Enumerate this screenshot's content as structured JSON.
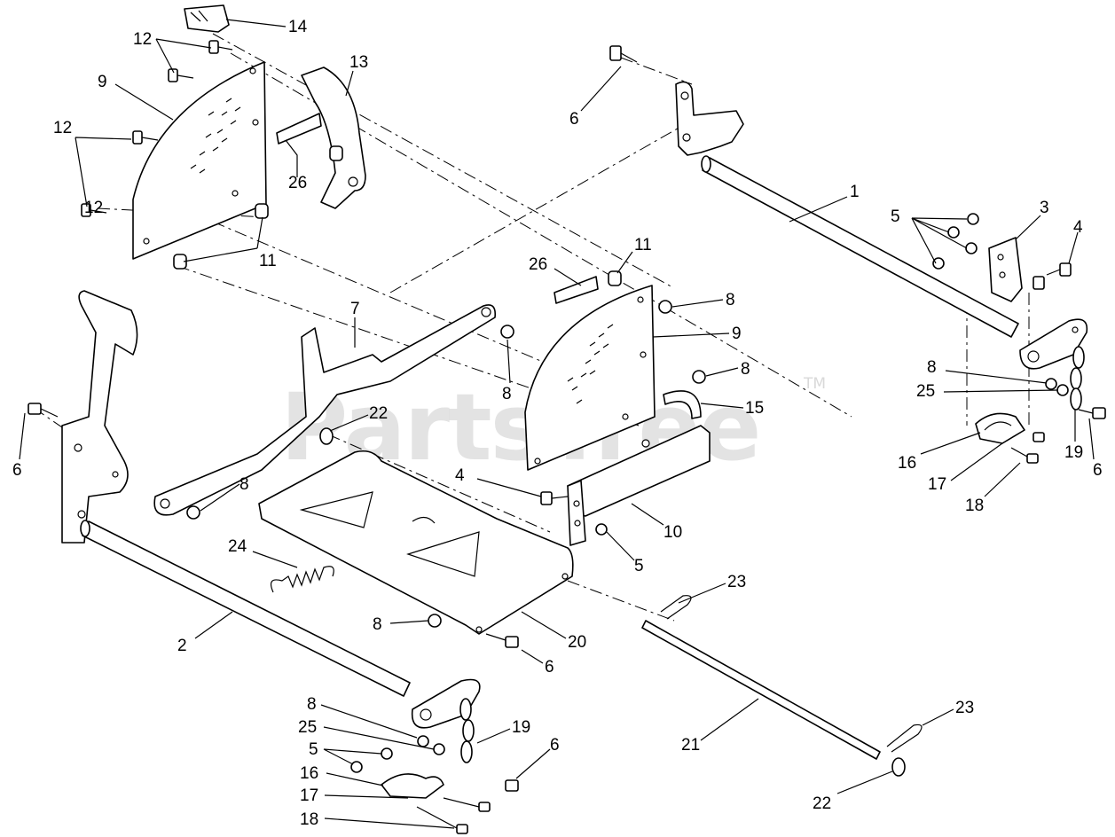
{
  "watermark": {
    "text": "PartsTree",
    "tm": "TM"
  },
  "callouts": [
    "14",
    "12",
    "12",
    "9",
    "13",
    "12",
    "26",
    "12",
    "11",
    "6",
    "1",
    "5",
    "3",
    "4",
    "11",
    "26",
    "8",
    "7",
    "9",
    "8",
    "8",
    "8",
    "25",
    "15",
    "22",
    "6",
    "19",
    "6",
    "16",
    "17",
    "18",
    "4",
    "10",
    "8",
    "5",
    "24",
    "23",
    "8",
    "20",
    "2",
    "6",
    "23",
    "8",
    "19",
    "25",
    "6",
    "5",
    "21",
    "16",
    "17",
    "22",
    "18"
  ]
}
